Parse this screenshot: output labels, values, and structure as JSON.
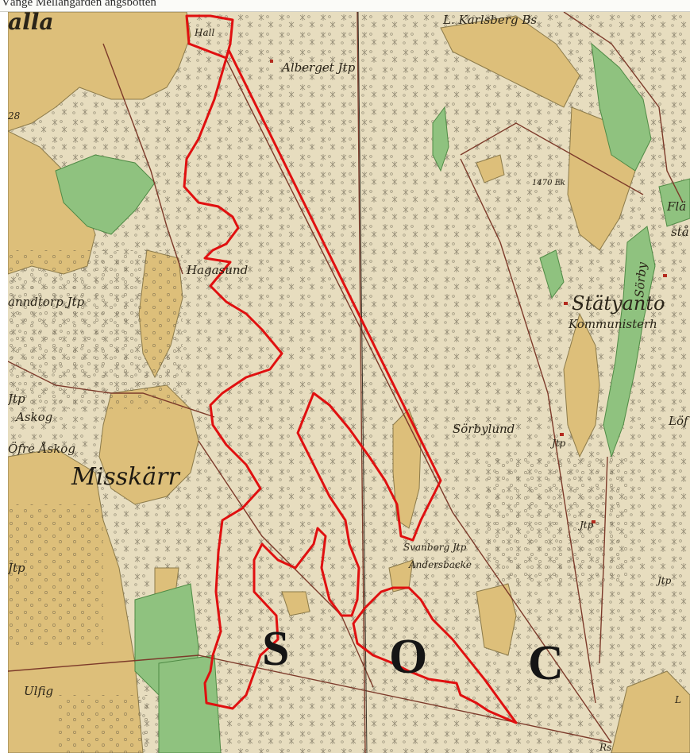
{
  "header": {
    "text": "Vänge Mellangården ängsbotten"
  },
  "map": {
    "labels": {
      "alla": "alla",
      "karlsberg": "L. Karlsberg Bs",
      "hall": "Hall",
      "alberget": "Alberget Jtp",
      "hagasund": "Hagasund",
      "anndtorp": "anndtorp Jtp",
      "jtp_left": "Jtp",
      "askog": "Askog",
      "ofre_askog": "Öfre Åskog",
      "misskarr": "Misskärr",
      "jtp_bottom_left": "Jtp",
      "sorbylund": "Sörbylund",
      "jtp_sorbylund": "Jtp",
      "svanborg": "Svanborg Jtp",
      "andersbacke": "Andersbacke",
      "jtp_right": "Jtp",
      "jtp_far_right": "Jtp",
      "statyanto": "Stätyanto",
      "kommunisterh": "Kommunisterh",
      "sorby": "Sörby",
      "fla": "Flä",
      "sta": "stå",
      "lof": "Löf",
      "ulfig": "Ulfig",
      "rs": "Rs",
      "L": "L",
      "elev_1470": "1470 Ek",
      "elev_28": "28",
      "soc_s": "S",
      "soc_o": "O",
      "soc_c": "C"
    },
    "colors": {
      "paper": "#e7ddbf",
      "forest_tint": "#d9d4b6",
      "field": "#ddbf7a",
      "meadow": "#8fc27f",
      "boundary": "#e01010",
      "road": "#7c3a2a",
      "ink": "#2a2418"
    }
  }
}
